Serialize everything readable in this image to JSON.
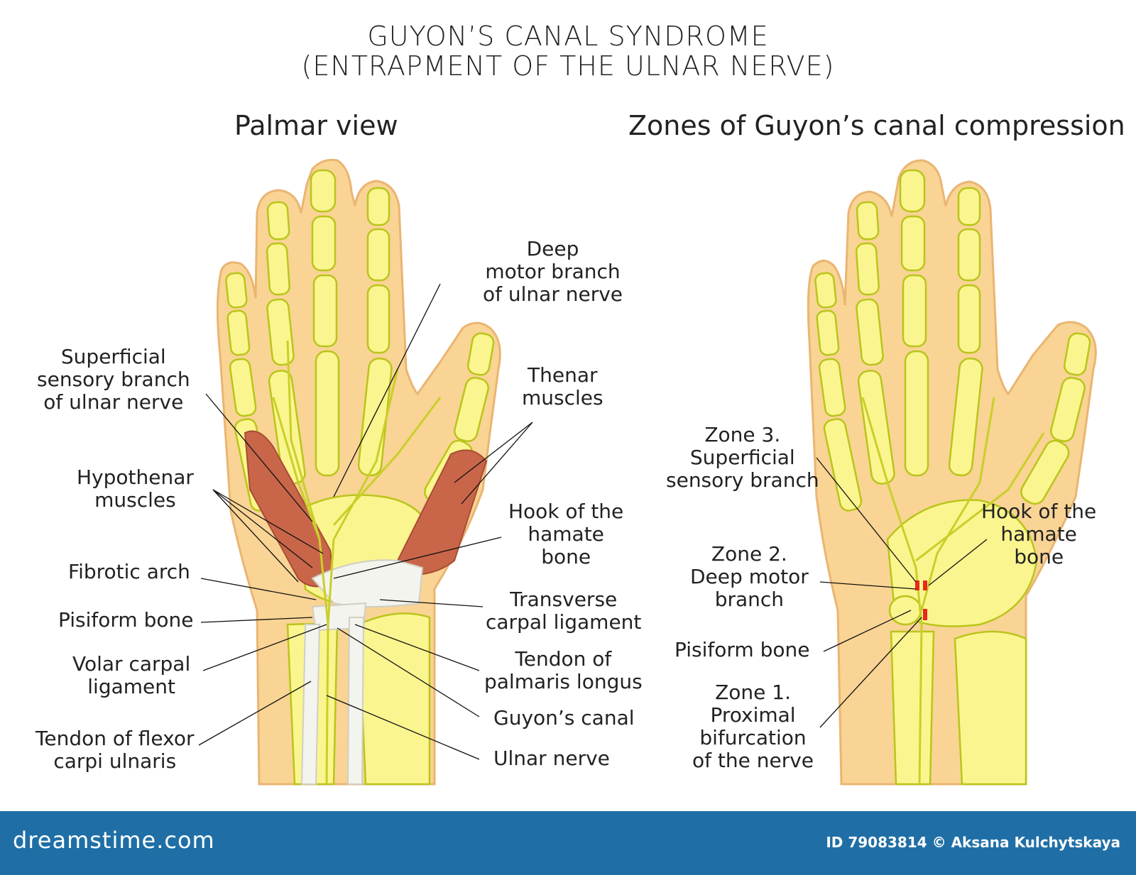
{
  "header": {
    "title_line1": "GUYON’S CANAL SYNDROME",
    "title_line2": "(ENTRAPMENT OF THE ULNAR NERVE)"
  },
  "left_panel": {
    "subtitle": "Palmar view",
    "labels": {
      "deep_motor": "Deep\nmotor branch\nof ulnar nerve",
      "superficial": "Superficial\nsensory branch\nof ulnar nerve",
      "thenar": "Thenar\nmuscles",
      "hypothenar": "Hypothenar\nmuscles",
      "hook_hamate": "Hook of the\nhamate\nbone",
      "fibrotic_arch": "Fibrotic arch",
      "transverse": "Transverse\ncarpal ligament",
      "pisiform": "Pisiform bone",
      "tendon_palmaris": "Tendon of\npalmaris longus",
      "volar": "Volar carpal\nligament",
      "guyons_canal": "Guyon’s canal",
      "tendon_fcu": "Tendon of flexor\ncarpi ulnaris",
      "ulnar_nerve": "Ulnar nerve"
    }
  },
  "right_panel": {
    "subtitle": "Zones of Guyon’s canal compression",
    "labels": {
      "zone3": "Zone 3.\nSuperficial\nsensory branch",
      "hook_hamate": "Hook of the\nhamate\nbone",
      "zone2": "Zone 2.\nDeep motor\nbranch",
      "pisiform": "Pisiform bone",
      "zone1": "Zone 1.\nProximal\nbifurcation\nof the nerve"
    }
  },
  "colors": {
    "skin": "#f9d494",
    "skin_outline": "#eab572",
    "bone": "#fbf58f",
    "bone_outline": "#b9c51a",
    "nerve": "#c9cf2a",
    "muscle": "#c9664a",
    "ligament": "#f4f4ef",
    "zone_marker": "#e8291b",
    "footer": "#1f6fa6"
  },
  "footer": {
    "brand": "dreamstime.com",
    "credit": "ID 79083814 © Aksana Kulchytskaya"
  }
}
